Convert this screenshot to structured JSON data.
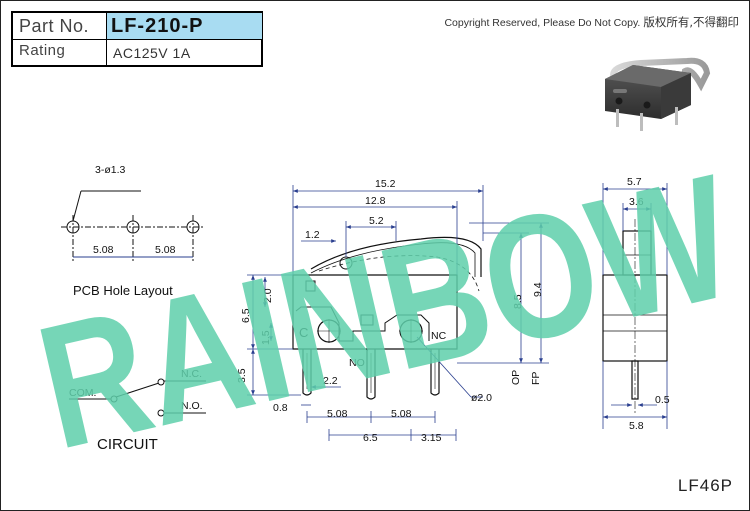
{
  "title_block": {
    "part_no_label": "Part No.",
    "part_no_value": "LF-210-P",
    "rating_label": "Rating",
    "rating_value": "AC125V  1A"
  },
  "copyright": {
    "en": "Copyright Reserved, Please Do Not Copy.",
    "cn": "版权所有,不得翻印"
  },
  "watermark": "RAINBOW",
  "product_code": "LF46P",
  "pcb_layout": {
    "title": "PCB Hole Layout",
    "hole_note": "3-ø1.3",
    "spacing_1": "5.08",
    "spacing_2": "5.08"
  },
  "circuit": {
    "title": "CIRCUIT",
    "com": "COM.",
    "nc": "N.C.",
    "no": "N.O."
  },
  "front_view": {
    "dims": {
      "overall": "15.2",
      "body": "12.8",
      "lever_center": "5.2",
      "lever_offset": "1.2",
      "body_height": "6.5",
      "top_to_hole": "2.0",
      "hole_height": "1.5",
      "pin_length": "3.5",
      "pin_offset": "2.2",
      "pin_width": "0.8",
      "pitch_1": "5.08",
      "pitch_2": "5.08",
      "mount_pitch": "6.5",
      "mount_offset": "3.15",
      "op_height": "8.5",
      "fp_height": "9.4",
      "hole_dia": "ø2.0"
    },
    "terminals": {
      "c": "C",
      "no": "NO",
      "nc": "NC"
    },
    "op_label": "OP",
    "fp_label": "FP"
  },
  "side_view": {
    "dims": {
      "width": "5.7",
      "actuator": "3.6",
      "base": "5.8",
      "pin_thickness": "0.5"
    }
  },
  "colors": {
    "title_highlight": "#a8dcf2",
    "watermark": "#5fd0ab",
    "line": "#111111",
    "dimension_blue": "#2a3f8f"
  },
  "icons": {
    "product_photo": "micro-switch-photo"
  }
}
